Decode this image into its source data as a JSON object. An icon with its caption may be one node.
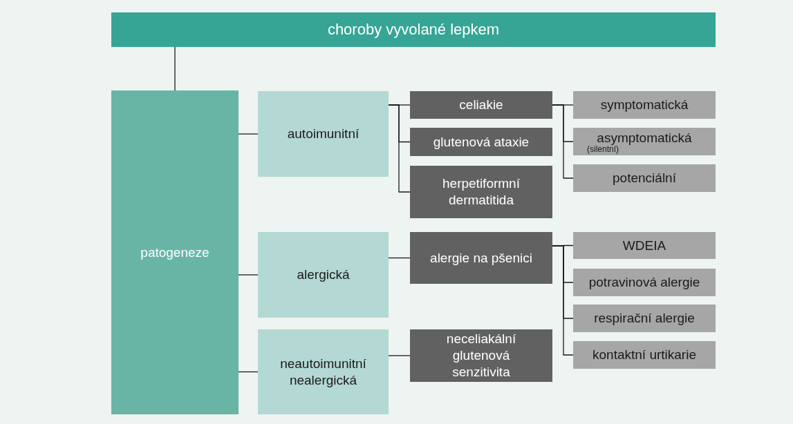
{
  "diagram": {
    "nodes": [
      {
        "text": [
          "choroby vyvolané lepkem"
        ]
      },
      {
        "text": [
          "patogeneze"
        ]
      },
      {
        "text": [
          "autoimunitní"
        ]
      },
      {
        "text": [
          "alergická"
        ]
      },
      {
        "text": [
          "neautoimunitní nealergická"
        ]
      },
      {
        "text": [
          "celiakie"
        ]
      },
      {
        "text": [
          "glutenová ataxie"
        ]
      },
      {
        "text": [
          "herpetiformní dermatitida"
        ]
      },
      {
        "text": [
          "alergie na pšenici"
        ]
      },
      {
        "text": [
          "neceliakální glutenová senzitivita"
        ]
      },
      {
        "text": [
          "symptomatická"
        ]
      },
      {
        "text": [
          "asymptomatická",
          "(silentní)"
        ]
      },
      {
        "text": [
          "potenciální"
        ]
      },
      {
        "text": [
          "WDEIA"
        ]
      },
      {
        "text": [
          "potravinová alergie"
        ]
      },
      {
        "text": [
          "respirační alergie"
        ]
      },
      {
        "text": [
          "kontaktní urtikarie"
        ]
      }
    ],
    "edges": [
      {
        "from": 0,
        "to": 1,
        "arrow": "none"
      },
      {
        "from": 1,
        "to": 2,
        "arrow": "none"
      },
      {
        "from": 1,
        "to": 3,
        "arrow": "none"
      },
      {
        "from": 1,
        "to": 4,
        "arrow": "none"
      },
      {
        "from": 2,
        "to": 5,
        "arrow": "none"
      },
      {
        "from": 2,
        "to": 6,
        "arrow": "none"
      },
      {
        "from": 2,
        "to": 7,
        "arrow": "none"
      },
      {
        "from": 3,
        "to": 8,
        "arrow": "none"
      },
      {
        "from": 4,
        "to": 9,
        "arrow": "none"
      },
      {
        "from": 5,
        "to": 10,
        "arrow": "none"
      },
      {
        "from": 5,
        "to": 11,
        "arrow": "none"
      },
      {
        "from": 5,
        "to": 12,
        "arrow": "none"
      },
      {
        "from": 8,
        "to": 13,
        "arrow": "none"
      },
      {
        "from": 8,
        "to": 14,
        "arrow": "none"
      },
      {
        "from": 8,
        "to": 15,
        "arrow": "none"
      },
      {
        "from": 8,
        "to": 16,
        "arrow": "none"
      }
    ]
  }
}
